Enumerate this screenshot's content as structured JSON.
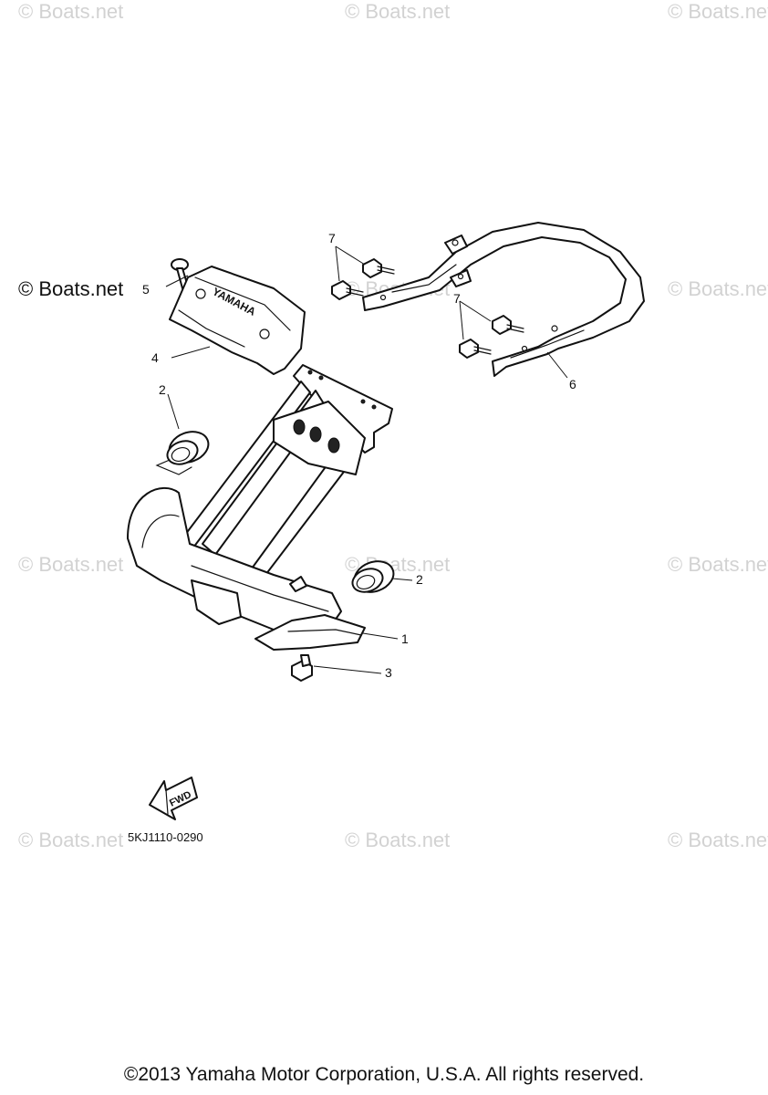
{
  "watermark_text": "© Boats.net",
  "callouts": {
    "p1": "1",
    "p2a": "2",
    "p2b": "2",
    "p3": "3",
    "p4": "4",
    "p5": "5",
    "p6": "6",
    "p7a": "7",
    "p7b": "7"
  },
  "cover_logo": "YAMAHA",
  "fwd_label": "FWD",
  "diagram_code": "5KJ1110-0290",
  "copyright": "©2013 Yamaha Motor Corporation, U.S.A. All rights reserved."
}
